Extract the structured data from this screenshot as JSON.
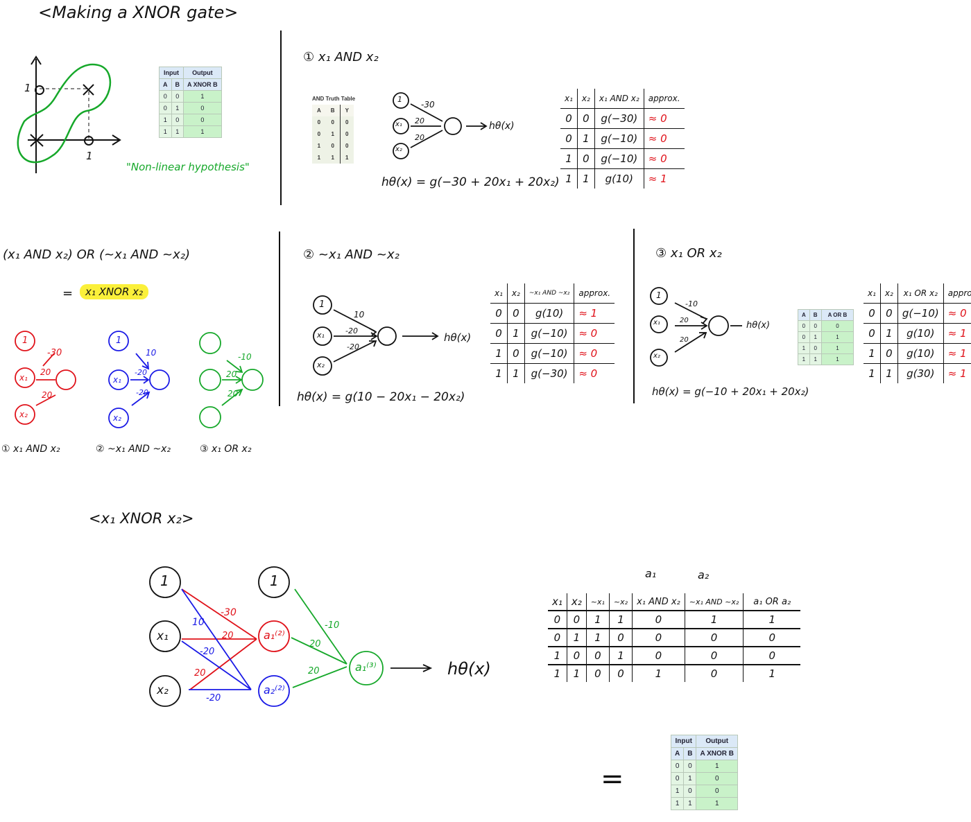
{
  "title": "<Making a XNOR gate>",
  "section1": {
    "hypothesis_label": "\"Non-linear hypothesis\"",
    "axis_tick_x": "1",
    "axis_tick_y": "1",
    "xnor_table": {
      "group_headers": [
        "Input",
        "Output"
      ],
      "headers": [
        "A",
        "B",
        "A XNOR B"
      ],
      "rows": [
        [
          "0",
          "0",
          "1"
        ],
        [
          "0",
          "1",
          "0"
        ],
        [
          "1",
          "0",
          "0"
        ],
        [
          "1",
          "1",
          "1"
        ]
      ]
    }
  },
  "and_block": {
    "heading": "① x₁ AND x₂",
    "small_table": {
      "caption": "AND Truth Table",
      "headers": [
        "A",
        "B",
        "Y"
      ],
      "rows": [
        [
          "0",
          "0",
          "0"
        ],
        [
          "0",
          "1",
          "0"
        ],
        [
          "1",
          "0",
          "0"
        ],
        [
          "1",
          "1",
          "1"
        ]
      ]
    },
    "nodes": [
      "1",
      "x₁",
      "x₂"
    ],
    "weights": [
      "-30",
      "20",
      "20"
    ],
    "output": "hθ(x)",
    "formula": "hθ(x) = g(−30 + 20x₁ + 20x₂)",
    "table": {
      "headers": [
        "x₁",
        "x₂",
        "x₁ AND x₂",
        "approx."
      ],
      "rows": [
        [
          "0",
          "0",
          "g(−30)",
          "≈ 0"
        ],
        [
          "0",
          "1",
          "g(−10)",
          "≈ 0"
        ],
        [
          "1",
          "0",
          "g(−10)",
          "≈ 0"
        ],
        [
          "1",
          "1",
          "g(10)",
          "≈ 1"
        ]
      ]
    }
  },
  "combine": {
    "line1": "(x₁ AND x₂)  OR  (~x₁ AND ~x₂)",
    "eq": "=",
    "highlight": "x₁ XNOR x₂",
    "labels": [
      "① x₁ AND x₂",
      "② ~x₁ AND ~x₂",
      "③ x₁ OR x₂"
    ],
    "red_weights": [
      "-30",
      "20",
      "20"
    ],
    "blue_weights": [
      "10",
      "-20",
      "-20"
    ],
    "green_weights": [
      "-10",
      "20",
      "20"
    ],
    "node_labels": [
      "1",
      "x₁",
      "x₂"
    ]
  },
  "not_block": {
    "heading": "② ~x₁ AND ~x₂",
    "nodes": [
      "1",
      "x₁",
      "x₂"
    ],
    "weights": [
      "10",
      "-20",
      "-20"
    ],
    "output": "hθ(x)",
    "formula": "hθ(x) = g(10 − 20x₁ − 20x₂)",
    "table": {
      "headers": [
        "x₁",
        "x₂",
        "~x₁ AND ~x₂",
        "approx."
      ],
      "rows": [
        [
          "0",
          "0",
          "g(10)",
          "≈ 1"
        ],
        [
          "0",
          "1",
          "g(−10)",
          "≈ 0"
        ],
        [
          "1",
          "0",
          "g(−10)",
          "≈ 0"
        ],
        [
          "1",
          "1",
          "g(−30)",
          "≈ 0"
        ]
      ]
    }
  },
  "or_block": {
    "heading": "③ x₁ OR x₂",
    "nodes": [
      "1",
      "x₁",
      "x₂"
    ],
    "weights": [
      "-10",
      "20",
      "20"
    ],
    "output": "hθ(x)",
    "formula": "hθ(x) = g(−10 + 20x₁ + 20x₂)",
    "small_table": {
      "headers": [
        "A",
        "B",
        "A OR B"
      ],
      "rows": [
        [
          "0",
          "0",
          "0"
        ],
        [
          "0",
          "1",
          "1"
        ],
        [
          "1",
          "0",
          "1"
        ],
        [
          "1",
          "1",
          "1"
        ]
      ]
    },
    "table": {
      "headers": [
        "x₁",
        "x₂",
        "x₁ OR x₂",
        "approx."
      ],
      "rows": [
        [
          "0",
          "0",
          "g(−10)",
          "≈ 0"
        ],
        [
          "0",
          "1",
          "g(10)",
          "≈ 1"
        ],
        [
          "1",
          "0",
          "g(10)",
          "≈ 1"
        ],
        [
          "1",
          "1",
          "g(30)",
          "≈ 1"
        ]
      ]
    }
  },
  "network": {
    "title": "<x₁ XNOR x₂>",
    "input_nodes": [
      "1",
      "x₁",
      "x₂"
    ],
    "hidden_nodes": [
      "1",
      "a₁⁽²⁾",
      "a₂⁽²⁾"
    ],
    "output_node": "a₁⁽³⁾",
    "output_label": "hθ(x)",
    "red_weights": [
      "-30",
      "20",
      "20"
    ],
    "blue_weights": [
      "10",
      "-20",
      "-20"
    ],
    "green_weights": [
      "-10",
      "20",
      "20"
    ]
  },
  "final_table": {
    "top_labels": [
      "a₁",
      "a₂"
    ],
    "headers": [
      "x₁",
      "x₂",
      "~x₁",
      "~x₂",
      "x₁ AND x₂",
      "~x₁ AND ~x₂",
      "a₁ OR a₂"
    ],
    "rows": [
      [
        "0",
        "0",
        "1",
        "1",
        "0",
        "1",
        "1"
      ],
      [
        "0",
        "1",
        "1",
        "0",
        "0",
        "0",
        "0"
      ],
      [
        "1",
        "0",
        "0",
        "1",
        "0",
        "0",
        "0"
      ],
      [
        "1",
        "1",
        "0",
        "0",
        "1",
        "0",
        "1"
      ]
    ]
  },
  "bottom": {
    "equals": "=",
    "xnor_table": {
      "group_headers": [
        "Input",
        "Output"
      ],
      "headers": [
        "A",
        "B",
        "A XNOR B"
      ],
      "rows": [
        [
          "0",
          "0",
          "1"
        ],
        [
          "0",
          "1",
          "0"
        ],
        [
          "1",
          "0",
          "0"
        ],
        [
          "1",
          "1",
          "1"
        ]
      ]
    }
  },
  "colors": {
    "red": "#e0121a",
    "blue": "#1a1ae6",
    "green": "#16a82a"
  }
}
